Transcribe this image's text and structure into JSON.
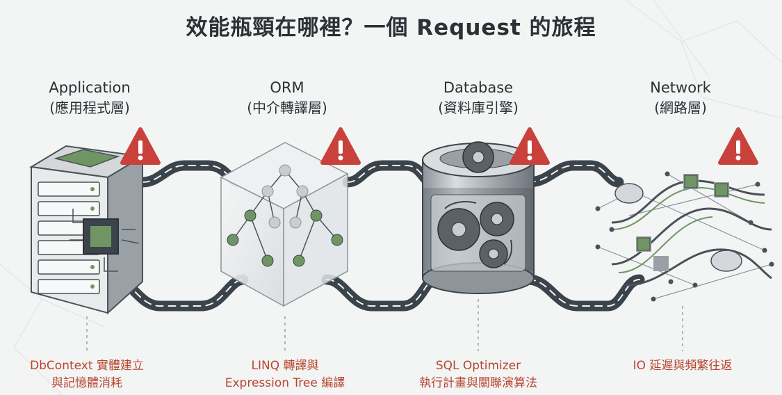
{
  "title": "效能瓶頸在哪裡？一個 Request 的旅程",
  "stages": [
    {
      "name": "Application",
      "sub": "(應用程式層)",
      "issue": [
        "DbContext 實體建立",
        "與記憶體消耗"
      ]
    },
    {
      "name": "ORM",
      "sub": "(中介轉譯層)",
      "issue": [
        "LINQ 轉譯與",
        "Expression Tree 編譯"
      ]
    },
    {
      "name": "Database",
      "sub": "(資料庫引擎)",
      "issue": [
        "SQL Optimizer",
        "執行計畫與關聯演算法"
      ]
    },
    {
      "name": "Network",
      "sub": "(網路層)",
      "issue": [
        "IO 延遲與頻繁往返"
      ]
    }
  ],
  "icons": [
    "server-icon",
    "expression-tree-cube-icon",
    "database-gears-icon",
    "network-routers-icon",
    "warning-icon"
  ],
  "colors": {
    "warning": "#c8413a",
    "issue_text": "#b8452e",
    "pipe": "#3c444b",
    "chip": "#6f9563"
  }
}
